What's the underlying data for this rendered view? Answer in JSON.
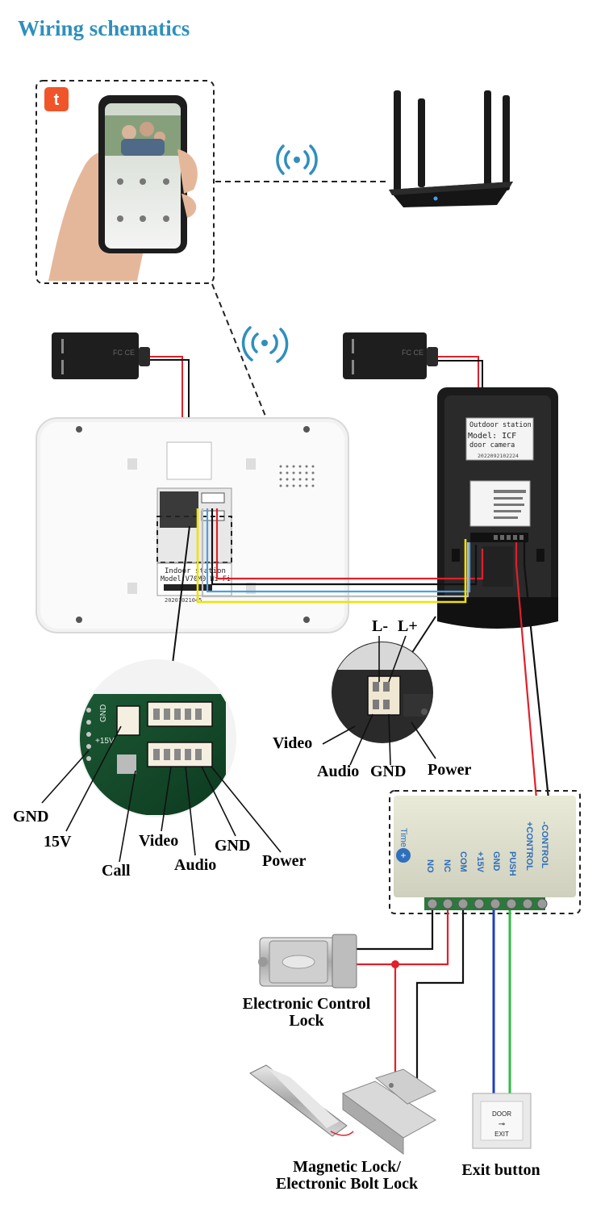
{
  "title": "Wiring schematics",
  "colors": {
    "accent": "#2f8fbd",
    "red": "#e0202a",
    "blue": "#1f3fc0",
    "green": "#33bb44",
    "yellow": "#f2e200",
    "black": "#111111"
  },
  "icons": {
    "app": "tuya-app-icon",
    "wifi": "wifi-signal-icon"
  },
  "indoor_station": {
    "label_line1": "Indoor station",
    "label_line2": "Model:V70M0 Wi-Fi",
    "date": "20201021045"
  },
  "outdoor_station": {
    "label_line1": "Outdoor station",
    "label_line2": "Model: ICF",
    "label_line3": "door camera",
    "date": "2022092102224"
  },
  "indoor_terminals": {
    "gnd": "GND",
    "v15": "15V",
    "call": "Call",
    "video": "Video",
    "audio": "Audio",
    "gnd2": "GND",
    "power": "Power"
  },
  "indoor_zoom_marks": {
    "gnd": "GND",
    "v15": "+15V"
  },
  "outdoor_terminals": {
    "l_minus": "L-",
    "l_plus": "L+",
    "video": "Video",
    "audio": "Audio",
    "gnd": "GND",
    "power": "Power"
  },
  "controller": {
    "terminals": [
      "NO",
      "NC",
      "COM",
      "+15V",
      "GND",
      "PUSH",
      "+CONTROL",
      "-CONTROL"
    ],
    "time_label": "Time"
  },
  "devices": {
    "electronic_lock_line1": "Electronic Control",
    "electronic_lock_line2": "Lock",
    "magnetic_lock_line1": "Magnetic  Lock/",
    "magnetic_lock_line2": "Electronic Bolt Lock",
    "exit_button": "Exit button",
    "exit_plate_top": "DOOR",
    "exit_plate_bottom": "EXIT"
  }
}
